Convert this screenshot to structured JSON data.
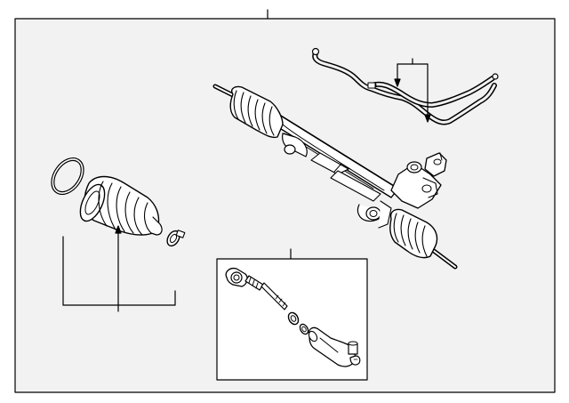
{
  "diagram": {
    "type": "parts-exploded-view",
    "colors": {
      "background": "#ffffff",
      "panel": "#f2f2f2",
      "inset": "#ffffff",
      "line": "#000000"
    },
    "parts": [
      {
        "id": "steering-gear-rack-assembly"
      },
      {
        "id": "power-steering-hose-lines"
      },
      {
        "id": "boot-clamp-large"
      },
      {
        "id": "rack-boot"
      },
      {
        "id": "boot-clamp-small"
      },
      {
        "id": "inner-tie-rod"
      },
      {
        "id": "jam-nut"
      },
      {
        "id": "outer-tie-rod-end"
      }
    ]
  }
}
